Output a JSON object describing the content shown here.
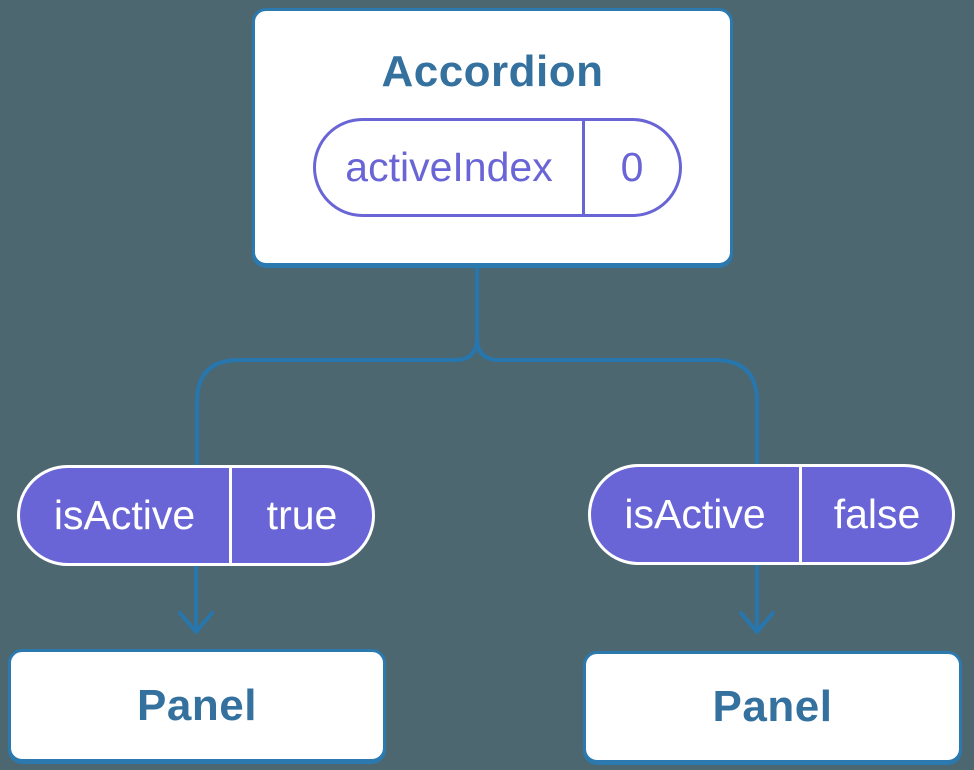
{
  "diagram": {
    "type": "component-tree",
    "colors": {
      "background": "#4d6770",
      "connector_blue": "#2776ad",
      "card_border_blue": "#2b79ae",
      "node_title_blue": "#35719e",
      "pill_purple": "#6965d6",
      "pill_text_white": "#ffffff"
    },
    "root": {
      "title": "Accordion",
      "state_pill": {
        "name": "activeIndex",
        "value": "0"
      }
    },
    "props": [
      {
        "name": "isActive",
        "value": "true"
      },
      {
        "name": "isActive",
        "value": "false"
      }
    ],
    "children": [
      {
        "title": "Panel"
      },
      {
        "title": "Panel"
      }
    ]
  }
}
